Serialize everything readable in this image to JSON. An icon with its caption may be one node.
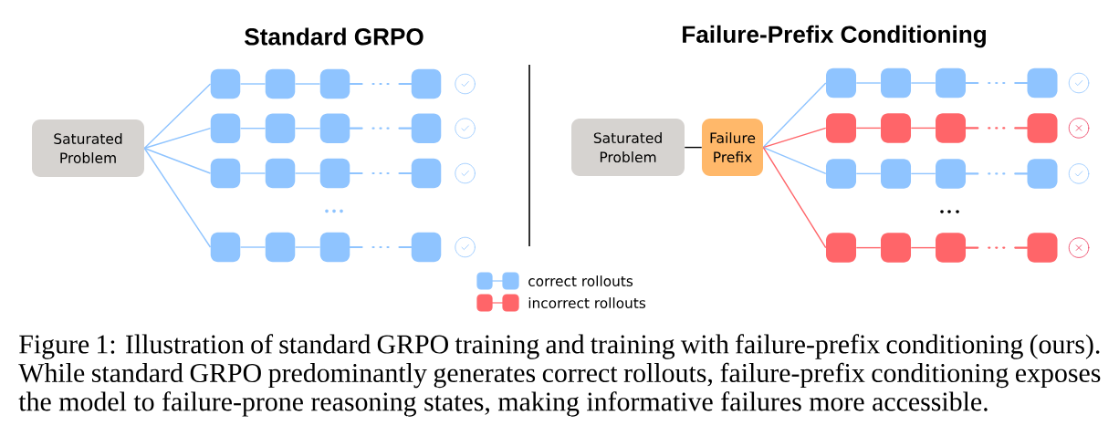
{
  "diagram": {
    "caption": "Figure 1: Illustration of standard GRPO training and training with failure-prefix conditioning (ours). While standard GRPO predominantly generates correct rollouts, failure-prefix conditioning exposes the model to failure-prone reasoning states, making informative failures more accessible.",
    "nodes": [
      {
        "text": [
          "Saturated Problem"
        ]
      },
      {
        "text": [],
        "shape": "box"
      },
      {
        "text": [],
        "shape": "box"
      },
      {
        "text": [],
        "shape": "box"
      },
      {
        "text": [],
        "shape": "box"
      },
      {
        "text": [],
        "shape": "box"
      },
      {
        "text": [],
        "shape": "box"
      },
      {
        "text": [],
        "shape": "box"
      },
      {
        "text": [],
        "shape": "box"
      },
      {
        "text": [],
        "shape": "box"
      },
      {
        "text": [],
        "shape": "box"
      },
      {
        "text": [],
        "shape": "box"
      },
      {
        "text": [],
        "shape": "box"
      },
      {
        "text": [],
        "shape": "box"
      },
      {
        "text": [],
        "shape": "box"
      },
      {
        "text": [],
        "shape": "box"
      },
      {
        "text": [],
        "shape": "box"
      },
      {
        "text": [
          "Saturated Problem"
        ]
      },
      {
        "text": [
          "Failure Prefix"
        ]
      },
      {
        "text": [],
        "shape": "box"
      },
      {
        "text": [],
        "shape": "box"
      },
      {
        "text": [],
        "shape": "box"
      },
      {
        "text": [],
        "shape": "box"
      },
      {
        "text": [],
        "shape": "box"
      },
      {
        "text": [],
        "shape": "box"
      },
      {
        "text": [],
        "shape": "box"
      },
      {
        "text": [],
        "shape": "box"
      },
      {
        "text": [],
        "shape": "box"
      },
      {
        "text": [],
        "shape": "box"
      },
      {
        "text": [],
        "shape": "box"
      },
      {
        "text": [],
        "shape": "box"
      },
      {
        "text": [],
        "shape": "box"
      },
      {
        "text": [],
        "shape": "box"
      },
      {
        "text": [],
        "shape": "box"
      },
      {
        "text": [],
        "shape": "box"
      }
    ],
    "edges": [
      {
        "from": 0,
        "to": 1,
        "arrow": "none"
      },
      {
        "from": 1,
        "to": 2,
        "arrow": "none"
      },
      {
        "from": 2,
        "to": 3,
        "arrow": "none"
      },
      {
        "from": 3,
        "to": 4,
        "arrow": "none",
        "style": "dashed"
      },
      {
        "from": 0,
        "to": 5,
        "arrow": "none"
      },
      {
        "from": 5,
        "to": 6,
        "arrow": "none"
      },
      {
        "from": 6,
        "to": 7,
        "arrow": "none"
      },
      {
        "from": 7,
        "to": 8,
        "arrow": "none",
        "style": "dashed"
      },
      {
        "from": 0,
        "to": 9,
        "arrow": "none"
      },
      {
        "from": 9,
        "to": 10,
        "arrow": "none"
      },
      {
        "from": 10,
        "to": 11,
        "arrow": "none"
      },
      {
        "from": 11,
        "to": 12,
        "arrow": "none",
        "style": "dashed"
      },
      {
        "from": 0,
        "to": 13,
        "arrow": "none"
      },
      {
        "from": 13,
        "to": 14,
        "arrow": "none"
      },
      {
        "from": 14,
        "to": 15,
        "arrow": "none"
      },
      {
        "from": 15,
        "to": 16,
        "arrow": "none",
        "style": "dashed"
      },
      {
        "from": 17,
        "to": 18,
        "arrow": "none",
        "color": "#000000"
      },
      {
        "from": 18,
        "to": 19,
        "arrow": "none"
      },
      {
        "from": 19,
        "to": 20,
        "arrow": "none"
      },
      {
        "from": 20,
        "to": 21,
        "arrow": "none"
      },
      {
        "from": 21,
        "to": 22,
        "arrow": "none",
        "style": "dashed"
      },
      {
        "from": 18,
        "to": 23,
        "arrow": "none",
        "color": "#ff6569"
      },
      {
        "from": 23,
        "to": 24,
        "arrow": "none",
        "color": "#ff6569"
      },
      {
        "from": 24,
        "to": 25,
        "arrow": "none",
        "color": "#ff6569"
      },
      {
        "from": 25,
        "to": 26,
        "arrow": "none",
        "style": "dashed",
        "color": "#ff6569"
      },
      {
        "from": 18,
        "to": 27,
        "arrow": "none"
      },
      {
        "from": 27,
        "to": 28,
        "arrow": "none"
      },
      {
        "from": 28,
        "to": 29,
        "arrow": "none"
      },
      {
        "from": 29,
        "to": 30,
        "arrow": "none",
        "style": "dashed"
      },
      {
        "from": 18,
        "to": 31,
        "arrow": "none",
        "color": "#ff6569"
      },
      {
        "from": 31,
        "to": 32,
        "arrow": "none",
        "color": "#ff6569"
      },
      {
        "from": 32,
        "to": 33,
        "arrow": "none",
        "color": "#ff6569"
      },
      {
        "from": 33,
        "to": 34,
        "arrow": "none",
        "style": "dashed",
        "color": "#ff6569"
      }
    ],
    "labels": [
      "Standard GRPO",
      "Failure-Prefix Conditioning"
    ],
    "legend": [
      {
        "text": "correct rollouts",
        "color": "#8fc4ff"
      },
      {
        "text": "incorrect rollouts",
        "color": "#ff6569"
      }
    ]
  }
}
